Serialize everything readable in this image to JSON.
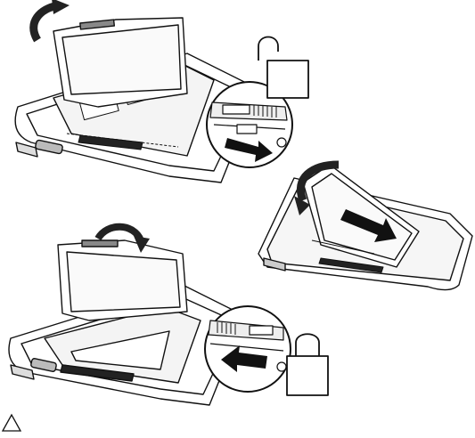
{
  "figure": {
    "panels": [
      {
        "id": "open-cover-unlock",
        "step_icon": "unlocked-padlock-icon",
        "arrow": "rotate-up-arrow"
      },
      {
        "id": "insert-battery",
        "step_icon": "rotate-down-arrow",
        "arrow": "slide-in-arrow"
      },
      {
        "id": "close-cover-lock",
        "step_icon": "locked-padlock-icon",
        "arrow": "rotate-down-arrow"
      }
    ],
    "footer_icon": "caution-triangle-icon"
  }
}
